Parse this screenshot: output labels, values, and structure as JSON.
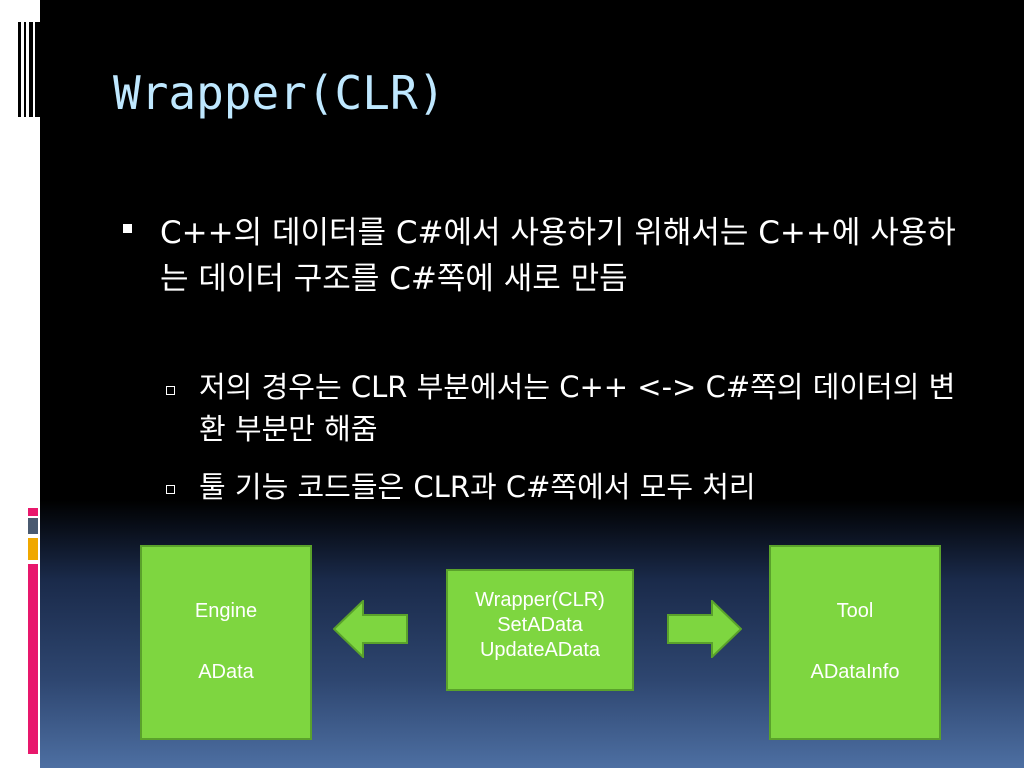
{
  "slide": {
    "title": "Wrapper(CLR)",
    "bullet1": "C++의 데이터를 C#에서 사용하기 위해서는 C++에 사용하는 데이터 구조를 C#쪽에 새로 만듬",
    "sub1": "저의 경우는 CLR 부분에서는 C++ <-> C#쪽의 데이터의 변환 부분만 해줌",
    "sub2": "툴 기능 코드들은 CLR과 C#쪽에서 모두 처리"
  },
  "diagram": {
    "engine": {
      "line1": "Engine",
      "line2": "AData"
    },
    "wrapper": {
      "line1": "Wrapper(CLR)",
      "line2": "SetAData",
      "line3": "UpdateAData"
    },
    "tool": {
      "line1": "Tool",
      "line2": "ADataInfo"
    }
  },
  "colors": {
    "box_fill": "#7ed640",
    "title": "#bfe8ff",
    "accent_pink": "#e8186c",
    "accent_orange": "#f0a800"
  }
}
